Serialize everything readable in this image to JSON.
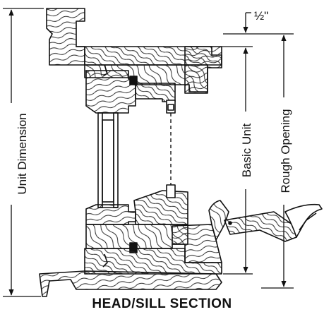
{
  "title": "HEAD/SILL SECTION",
  "dimensions": {
    "unit": "Unit Dimension",
    "basic": "Basic Unit",
    "rough": "Rough Opening",
    "offset": "½\""
  }
}
